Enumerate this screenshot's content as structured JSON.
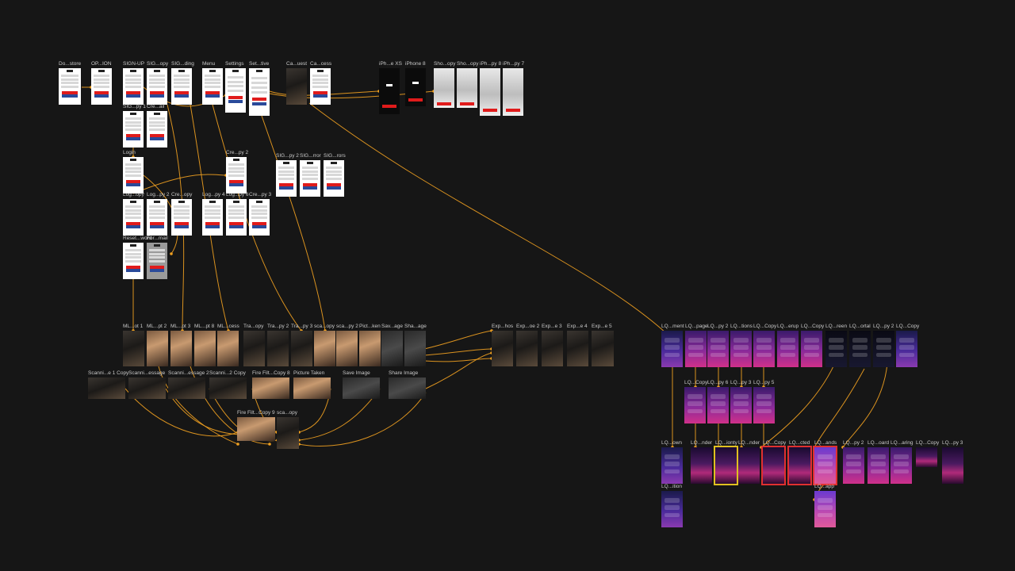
{
  "canvas": {
    "background": "#161616",
    "wire_color": "#f0a020"
  },
  "artboards": [
    {
      "name": "Do...store",
      "style": "white"
    },
    {
      "name": "OP...ION",
      "style": "white"
    },
    {
      "name": "SIGN-UP",
      "style": "white"
    },
    {
      "name": "SIG...opy",
      "style": "white"
    },
    {
      "name": "SIG...ding",
      "style": "white"
    },
    {
      "name": "Menu",
      "style": "white"
    },
    {
      "name": "Settings",
      "style": "white"
    },
    {
      "name": "Set...tive",
      "style": "white"
    },
    {
      "name": "Ca...uest",
      "style": "photo"
    },
    {
      "name": "Ca...cess",
      "style": "white"
    },
    {
      "name": "iPh...e XS",
      "style": "black"
    },
    {
      "name": "iPhone 8",
      "style": "black"
    },
    {
      "name": "Sho...opy",
      "style": "shoe"
    },
    {
      "name": "Sho...opy",
      "style": "shoe"
    },
    {
      "name": "iPh...py 8",
      "style": "shoe"
    },
    {
      "name": "iPh...py 7",
      "style": "shoe"
    },
    {
      "name": "SIG...py 1",
      "style": "white"
    },
    {
      "name": "Cre...ail",
      "style": "white"
    },
    {
      "name": "Login",
      "style": "white"
    },
    {
      "name": "Cre...py 2",
      "style": "white"
    },
    {
      "name": "SIG...py 2",
      "style": "white"
    },
    {
      "name": "SIG...rror",
      "style": "white"
    },
    {
      "name": "SIG...rors",
      "style": "white"
    },
    {
      "name": "Log...opy",
      "style": "white"
    },
    {
      "name": "Log...py 2",
      "style": "white"
    },
    {
      "name": "Cre...opy",
      "style": "white"
    },
    {
      "name": "Log...py 4",
      "style": "white"
    },
    {
      "name": "Log...py 6",
      "style": "white"
    },
    {
      "name": "Cre...py 3",
      "style": "white"
    },
    {
      "name": "Reset...word",
      "style": "white"
    },
    {
      "name": "For...mail",
      "style": "grey"
    },
    {
      "name": "ML...ot 1",
      "style": "photo"
    },
    {
      "name": "ML...pt 2",
      "style": "warm"
    },
    {
      "name": "ML...pt 3",
      "style": "warm"
    },
    {
      "name": "ML...pt 8",
      "style": "warm"
    },
    {
      "name": "ML...cess",
      "style": "warm"
    },
    {
      "name": "Tra...opy",
      "style": "photo"
    },
    {
      "name": "Tra...py 2",
      "style": "photo"
    },
    {
      "name": "Tra...py 3",
      "style": "photo"
    },
    {
      "name": "sca...opy",
      "style": "warm"
    },
    {
      "name": "sca...py 2",
      "style": "warm"
    },
    {
      "name": "Pict...ken",
      "style": "warm"
    },
    {
      "name": "Sav...age",
      "style": "dim"
    },
    {
      "name": "Sha...age",
      "style": "dim"
    },
    {
      "name": "Scanni...e 1 Copy",
      "style": "photo"
    },
    {
      "name": "Scanni...essage",
      "style": "photo"
    },
    {
      "name": "Scanni...essage 2",
      "style": "photo"
    },
    {
      "name": "Scanni...2 Copy",
      "style": "photo"
    },
    {
      "name": "Fire Filt...Copy 8",
      "style": "warm"
    },
    {
      "name": "Picture Taken",
      "style": "warm"
    },
    {
      "name": "Save Image",
      "style": "dim"
    },
    {
      "name": "Share Image",
      "style": "dim"
    },
    {
      "name": "Fire Filt...Copy 9",
      "style": "warm"
    },
    {
      "name": "sca...opy",
      "style": "photo"
    },
    {
      "name": "Exp...hos",
      "style": "photo"
    },
    {
      "name": "Exp...oe 2",
      "style": "photo"
    },
    {
      "name": "Exp...e 3",
      "style": "photo"
    },
    {
      "name": "Exp...e 4",
      "style": "photo"
    },
    {
      "name": "Exp...e 5",
      "style": "photo"
    },
    {
      "name": "LQ...ment",
      "style": "lqblue"
    },
    {
      "name": "LQ...page",
      "style": "lq"
    },
    {
      "name": "LQ...py 2",
      "style": "lq"
    },
    {
      "name": "LQ...tions",
      "style": "lq"
    },
    {
      "name": "LQ...Copy",
      "style": "lq"
    },
    {
      "name": "LQ...erup",
      "style": "lq"
    },
    {
      "name": "LQ...Copy",
      "style": "lq"
    },
    {
      "name": "LQ...reen",
      "style": "lqdark"
    },
    {
      "name": "LQ...ortal",
      "style": "lqdark"
    },
    {
      "name": "LQ...py 2",
      "style": "lqdark"
    },
    {
      "name": "LQ...Copy",
      "style": "lqblue"
    },
    {
      "name": "LQ...Copy",
      "style": "lq"
    },
    {
      "name": "LQ...py 6",
      "style": "lq"
    },
    {
      "name": "LQ...py 3",
      "style": "lq"
    },
    {
      "name": "LQ...py 5",
      "style": "lq"
    },
    {
      "name": "LQ...own",
      "style": "lqblue"
    },
    {
      "name": "LQ...nder",
      "style": "road"
    },
    {
      "name": "LQ...ionty",
      "style": "road"
    },
    {
      "name": "LQ...nder",
      "style": "road"
    },
    {
      "name": "LQ...Copy",
      "style": "road"
    },
    {
      "name": "LQ...cted",
      "style": "road"
    },
    {
      "name": "LQ...ands",
      "style": "lqgrad"
    },
    {
      "name": "LQ...py 2",
      "style": "lq"
    },
    {
      "name": "LQ...oard",
      "style": "lq"
    },
    {
      "name": "LQ...aring",
      "style": "lq"
    },
    {
      "name": "LQ...Copy",
      "style": "road"
    },
    {
      "name": "LQ...py 3",
      "style": "road"
    },
    {
      "name": "LQ...ition",
      "style": "lqblue"
    },
    {
      "name": "LQ...app",
      "style": "lqgrad"
    }
  ]
}
